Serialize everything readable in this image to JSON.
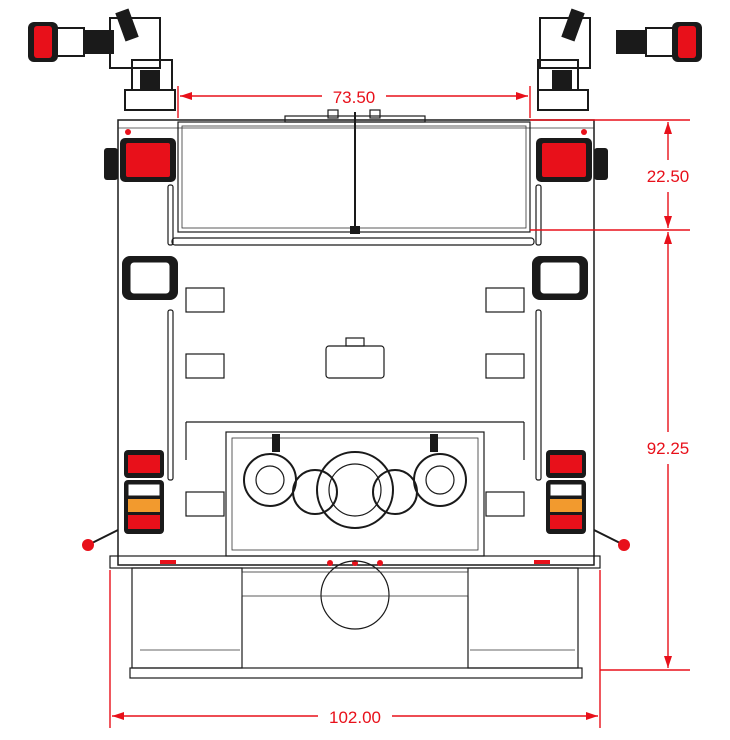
{
  "dimensions": {
    "top_width": "73.50",
    "upper_height": "22.50",
    "body_height": "92.25",
    "overall_width": "102.00"
  },
  "colors": {
    "line": "#1a1a1a",
    "dimension": "#e8101a",
    "light_red": "#e8101a",
    "light_amber": "#f29a2e"
  }
}
